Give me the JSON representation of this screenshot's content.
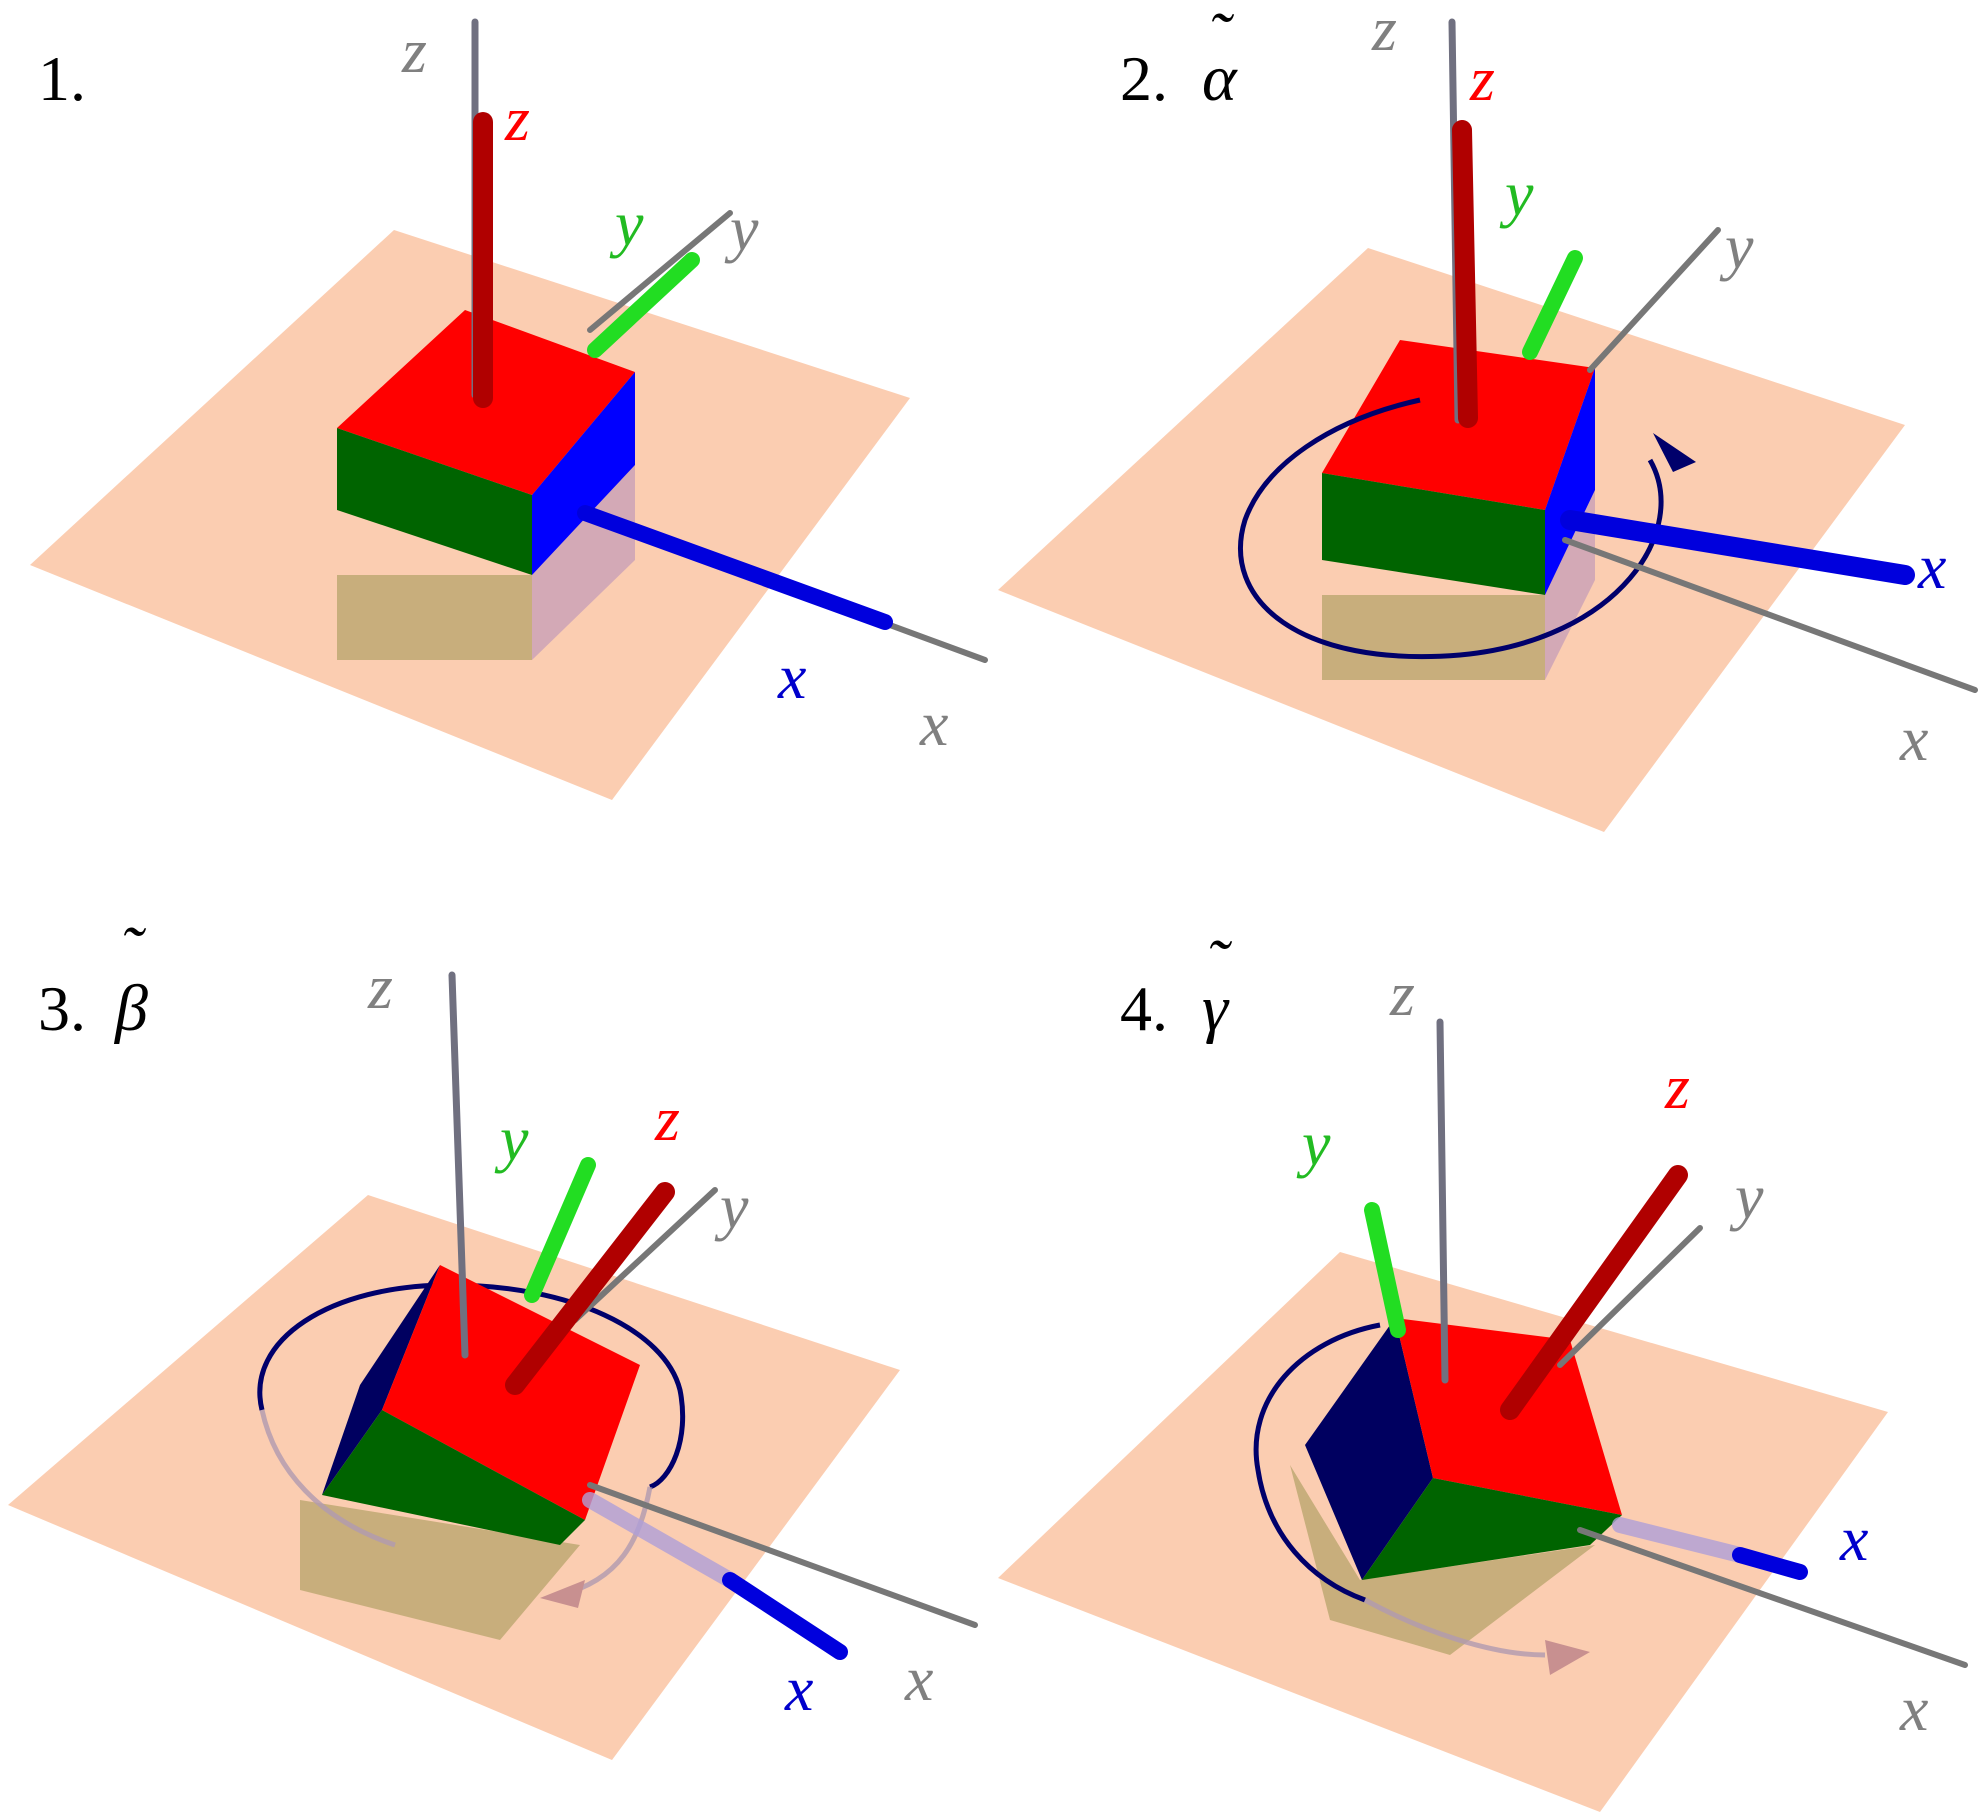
{
  "colors": {
    "plane": "#fbc8a9",
    "cube_top": "#ff0000",
    "cube_front": "#006400",
    "cube_side": "#0000ff",
    "cube_side_dark": "#000060",
    "cube_reflection": "#c8ae7c",
    "x_axis": "#0000dd",
    "y_axis": "#22dd22",
    "z_axis": "#b00000",
    "fixed_axis": "#808080",
    "rotation_arrow": "#00006b",
    "label_x": "#0000cc",
    "label_y": "#22bb22",
    "label_z": "#ff0000",
    "label_fixed": "#808080"
  },
  "panels": [
    {
      "number": "1.",
      "angle": "",
      "labels": {
        "fixed_z": "z",
        "fixed_y": "y",
        "fixed_x": "x",
        "body_z": "z",
        "body_y": "y",
        "body_x": "x"
      }
    },
    {
      "number": "2.",
      "angle": "α",
      "labels": {
        "fixed_z": "z",
        "fixed_y": "y",
        "fixed_x": "x",
        "body_z": "z",
        "body_y": "y",
        "body_x": "x"
      }
    },
    {
      "number": "3.",
      "angle": "β",
      "labels": {
        "fixed_z": "z",
        "fixed_y": "y",
        "fixed_x": "x",
        "body_z": "z",
        "body_y": "y",
        "body_x": "x"
      }
    },
    {
      "number": "4.",
      "angle": "γ",
      "labels": {
        "fixed_z": "z",
        "fixed_y": "y",
        "fixed_x": "x",
        "body_z": "z",
        "body_y": "y",
        "body_x": "x"
      }
    }
  ]
}
